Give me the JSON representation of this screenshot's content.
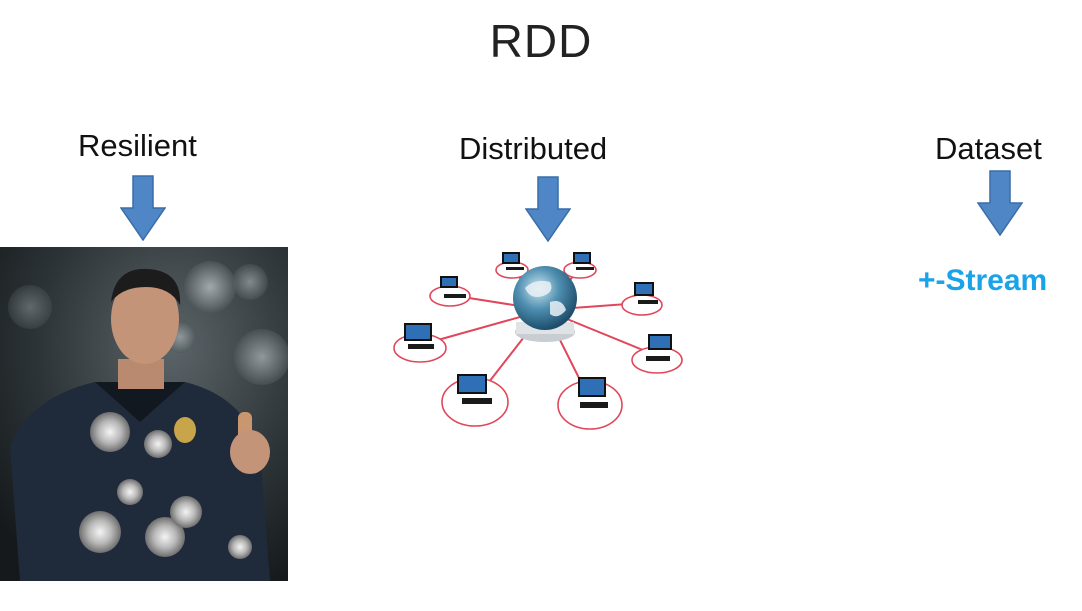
{
  "slide": {
    "title": "RDD"
  },
  "columns": [
    {
      "label": "Resilient",
      "image": "terminator-figure-photo"
    },
    {
      "label": "Distributed",
      "image": "network-globe-diagram"
    },
    {
      "label": "Dataset",
      "note": "+-Stream"
    }
  ],
  "colors": {
    "arrow": "#4f86c6",
    "arrow_border": "#3a6da8",
    "stream_text": "#1aa3e8",
    "network_line": "#e0475a"
  },
  "icons": [
    "down-arrow-icon",
    "globe-icon",
    "computer-icon"
  ]
}
